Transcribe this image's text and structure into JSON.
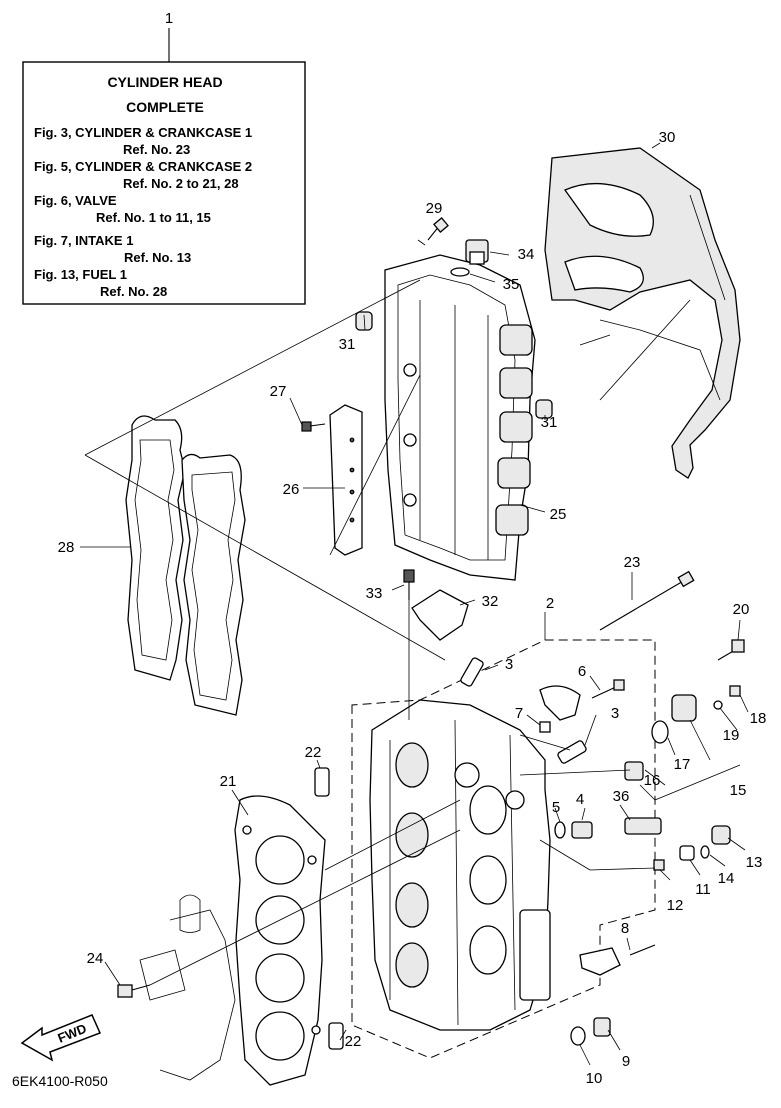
{
  "note_box": {
    "title_line1": "CYLINDER HEAD",
    "title_line2": "COMPLETE",
    "lines": [
      "Fig. 3, CYLINDER & CRANKCASE 1",
      "Ref. No. 23",
      "Fig. 5, CYLINDER & CRANKCASE 2",
      "Ref. No. 2 to 21, 28",
      "Fig. 6, VALVE",
      "Ref. No. 1 to 11, 15",
      "Fig. 7, INTAKE 1",
      "Ref. No. 13",
      "Fig. 13, FUEL 1",
      "Ref. No. 28"
    ]
  },
  "callouts": {
    "c1": "1",
    "c2": "2",
    "c3a": "3",
    "c3b": "3",
    "c4": "4",
    "c5": "5",
    "c6": "6",
    "c7": "7",
    "c8": "8",
    "c9": "9",
    "c10": "10",
    "c11": "11",
    "c12": "12",
    "c13": "13",
    "c14": "14",
    "c15": "15",
    "c16": "16",
    "c17": "17",
    "c18": "18",
    "c19": "19",
    "c20": "20",
    "c21": "21",
    "c22a": "22",
    "c22b": "22",
    "c23": "23",
    "c24": "24",
    "c25": "25",
    "c26": "26",
    "c27": "27",
    "c28": "28",
    "c29": "29",
    "c30": "30",
    "c31a": "31",
    "c31b": "31",
    "c32": "32",
    "c33": "33",
    "c34": "34",
    "c35": "35",
    "c36": "36"
  },
  "fwd_label": "FWD",
  "drawing_code": "6EK4100-R050"
}
